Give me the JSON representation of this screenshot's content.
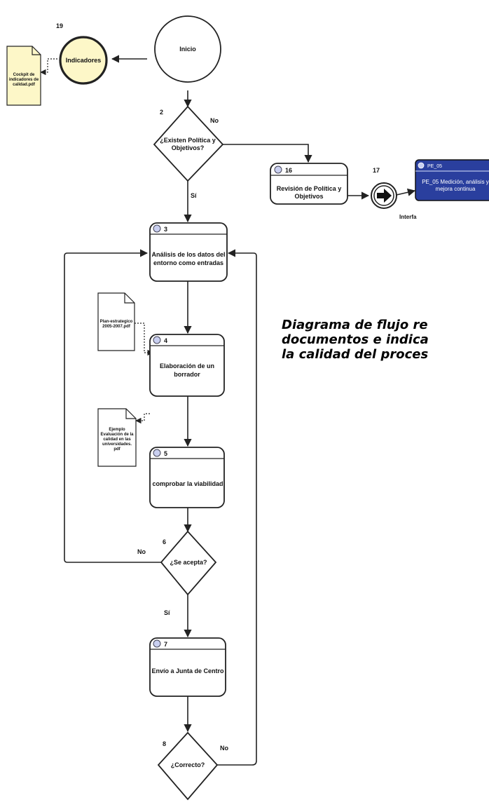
{
  "caption": [
    "Diagrama de flujo re",
    "documentos e indica",
    "la calidad del proces"
  ],
  "nodes": {
    "inicio": {
      "label": "Inicio"
    },
    "indicadores": {
      "number": "19",
      "label": "Indicadores"
    },
    "doc_cockpit": {
      "lines": [
        "Cockpit de",
        "indicadores de",
        "calidad.pdf"
      ]
    },
    "decision_politica": {
      "number": "2",
      "lines": [
        "¿Existen Política y",
        "Objetivos?"
      ]
    },
    "revision": {
      "number": "16",
      "lines": [
        "Revisión de Política y",
        "Objetivos"
      ]
    },
    "interface_event": {
      "number": "17",
      "label": "Interfa"
    },
    "pe05": {
      "code": "PE_05",
      "lines": [
        "PE_05 Medición, análisis y",
        "mejora continua"
      ],
      "fill": "#2a3f9e"
    },
    "analisis": {
      "number": "3",
      "lines": [
        "Análisis de los datos del",
        "entorno como entradas"
      ]
    },
    "doc_plan": {
      "lines": [
        "Plan-estrategico",
        "2005-2007.pdf"
      ]
    },
    "borrador": {
      "number": "4",
      "lines": [
        "Elaboración de un",
        "borrador"
      ]
    },
    "viabilidad": {
      "number": "5",
      "label": "comprobar la viabilidad"
    },
    "doc_ejemplo": {
      "lines": [
        "Ejemplo",
        "Evaluación de la",
        "calidad en las",
        "universidades.",
        "pdf"
      ]
    },
    "decision_acepta": {
      "number": "6",
      "label": "¿Se acepta?"
    },
    "envio": {
      "number": "7",
      "label": "Envío a Junta de Centro"
    },
    "decision_correcto": {
      "number": "8",
      "label": "¿Correcto?"
    }
  },
  "edge_labels": {
    "no_politica": "No",
    "si_politica": "Sí",
    "no_acepta": "No",
    "si_acepta": "Sí",
    "no_correcto": "No"
  },
  "colors": {
    "indicator_fill": "#fdf7c8",
    "doc_fill": "#fdf7c8",
    "pe05_fill": "#2a3f9e",
    "pe05_text": "#ffffff"
  }
}
